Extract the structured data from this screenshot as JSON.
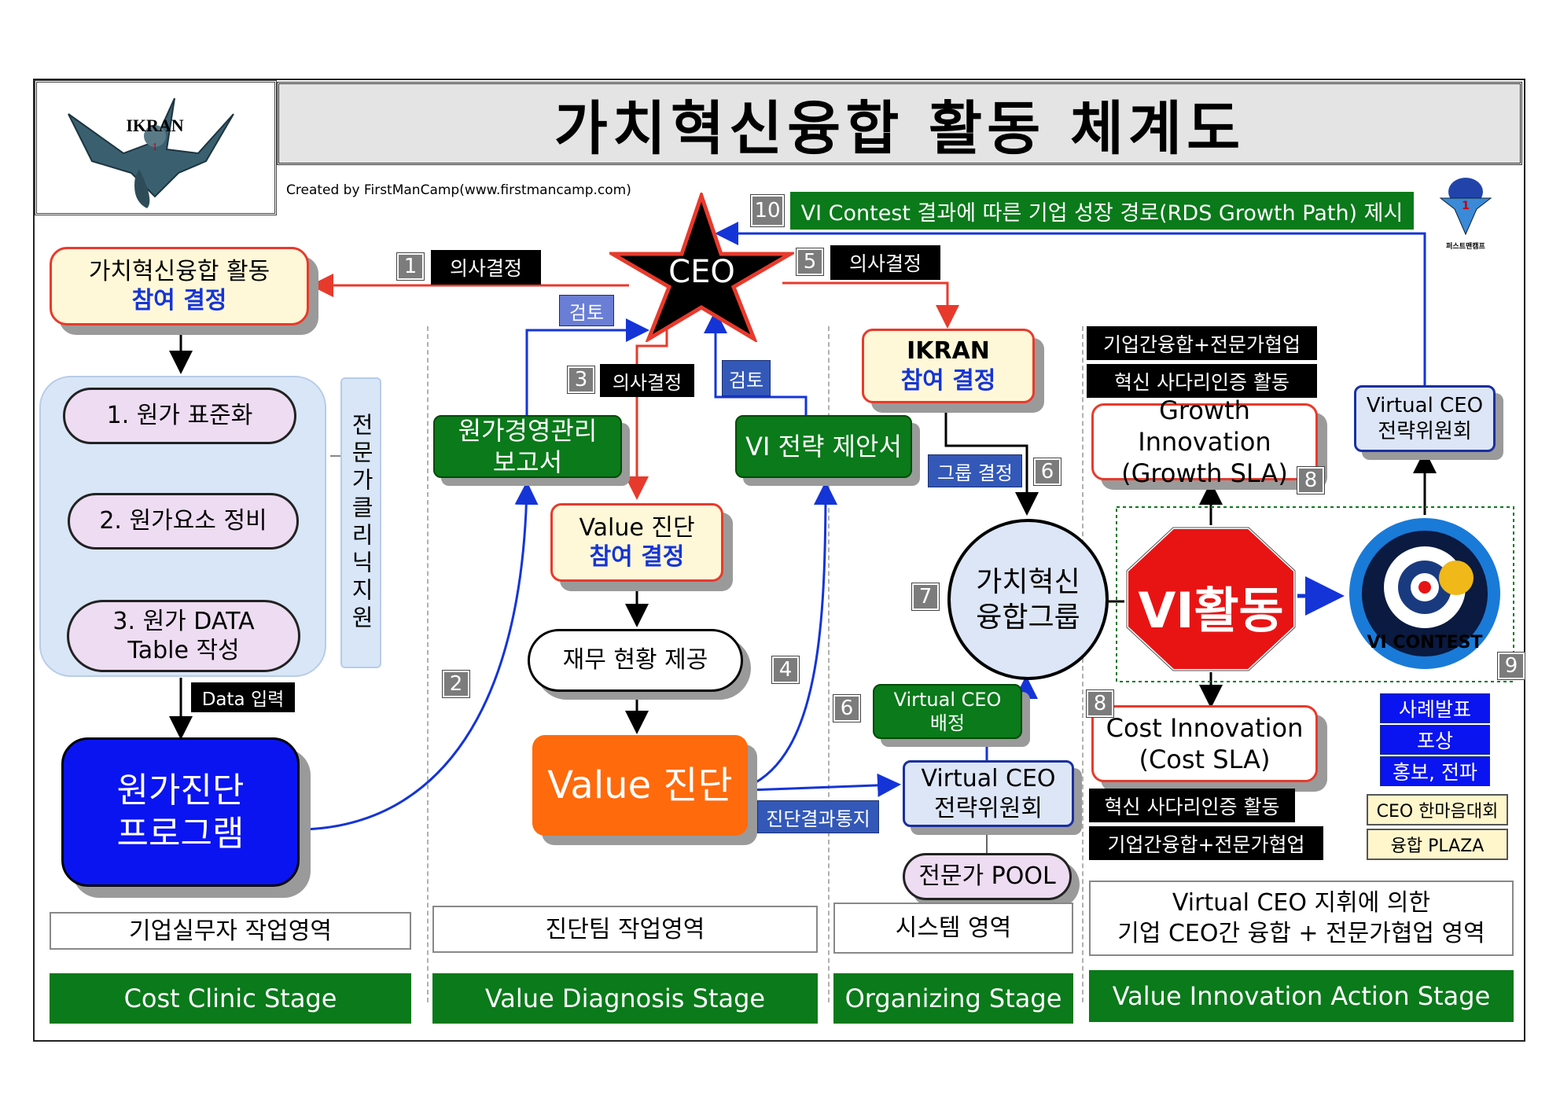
{
  "title": "가치혁신융합 활동 체계도",
  "credit": "Created by FirstManCamp(www.firstmancamp.com)",
  "logo": {
    "text": "IKRAN",
    "sub": "1",
    "icon": "winged-creature-icon"
  },
  "right_logo": {
    "icon": "firstmancamp-emblem-icon",
    "text": "퍼스트맨캠프"
  },
  "ceo_label": "CEO",
  "top_banner": {
    "num": "10",
    "text": "VI Contest 결과에 따른 기업 성장 경로(RDS Growth Path) 제시"
  },
  "decision_tags": {
    "d1": {
      "num": "1",
      "text": "의사결정"
    },
    "d5": {
      "num": "5",
      "text": "의사결정"
    },
    "d3": {
      "num": "3",
      "text": "의사결정"
    }
  },
  "review_tags": {
    "left": "검토",
    "right": "검토"
  },
  "participation": {
    "line1": "가치혁신융합 활동",
    "line2": "참여 결정"
  },
  "cost_steps": [
    {
      "text": "1. 원가 표준화"
    },
    {
      "text": "2. 원가요소 정비"
    },
    {
      "line1": "3. 원가 DATA",
      "line2": "Table 작성"
    }
  ],
  "expert_clinic": "전문가클리닉지원",
  "data_input": "Data 입력",
  "cost_program": {
    "line1": "원가진단",
    "line2": "프로그램"
  },
  "cost_report": {
    "line1": "원가경영관리",
    "line2": "보고서"
  },
  "value_decision": {
    "line1": "Value 진단",
    "line2": "참여 결정"
  },
  "financial": "재무 현황 제공",
  "value_diag": "Value 진단",
  "diag_notice": "진단결과통지",
  "vi_proposal": "VI 전략 제안서",
  "ikran_decision": {
    "line1": "IKRAN",
    "line2": "참여 결정"
  },
  "group_decision": {
    "text": "그룹 결정",
    "num": "6"
  },
  "vi_group": {
    "line1": "가치혁신",
    "line2": "융합그룹",
    "num": "7"
  },
  "virtual_assign": {
    "line1": "Virtual CEO",
    "line2": "배정",
    "num": "6"
  },
  "virtual_committee_mid": {
    "line1": "Virtual CEO",
    "line2": "전략위원회"
  },
  "expert_pool": "전문가 POOL",
  "right_black_top": [
    "기업간융합+전문가협업",
    "혁신 사다리인증 활동"
  ],
  "right_black_bottom": [
    "혁신 사다리인증 활동",
    "기업간융합+전문가협업"
  ],
  "growth": {
    "line1": "Growth Innovation",
    "line2": "(Growth SLA)",
    "num": "8"
  },
  "cost_innov": {
    "line1": "Cost Innovation",
    "line2": "(Cost SLA)",
    "num": "8"
  },
  "vi_activity": "VI활동",
  "vi_contest": {
    "text": "VI CONTEST",
    "num": "9",
    "icon": "vi-contest-emblem-icon"
  },
  "virtual_committee_right": {
    "line1": "Virtual CEO",
    "line2": "전략위원회"
  },
  "rewards": [
    "사례발표",
    "포상",
    "홍보, 전파"
  ],
  "events": [
    "CEO 한마음대회",
    "융합 PLAZA"
  ],
  "num2": "2",
  "num4": "4",
  "areas": [
    {
      "text": "기업실무자 작업영역"
    },
    {
      "text": "진단팀 작업영역"
    },
    {
      "text": "시스템 영역"
    },
    {
      "line1": "Virtual CEO 지휘에 의한",
      "line2": "기업 CEO간 융합 + 전문가협업 영역"
    }
  ],
  "stages": [
    "Cost Clinic Stage",
    "Value Diagnosis Stage",
    "Organizing Stage",
    "Value Innovation Action Stage"
  ],
  "colors": {
    "green": "#0a7a1a",
    "red": "#e83a2c",
    "blue": "#1434d8",
    "orange": "#ff6a0d",
    "program_blue": "#0a14f0"
  }
}
